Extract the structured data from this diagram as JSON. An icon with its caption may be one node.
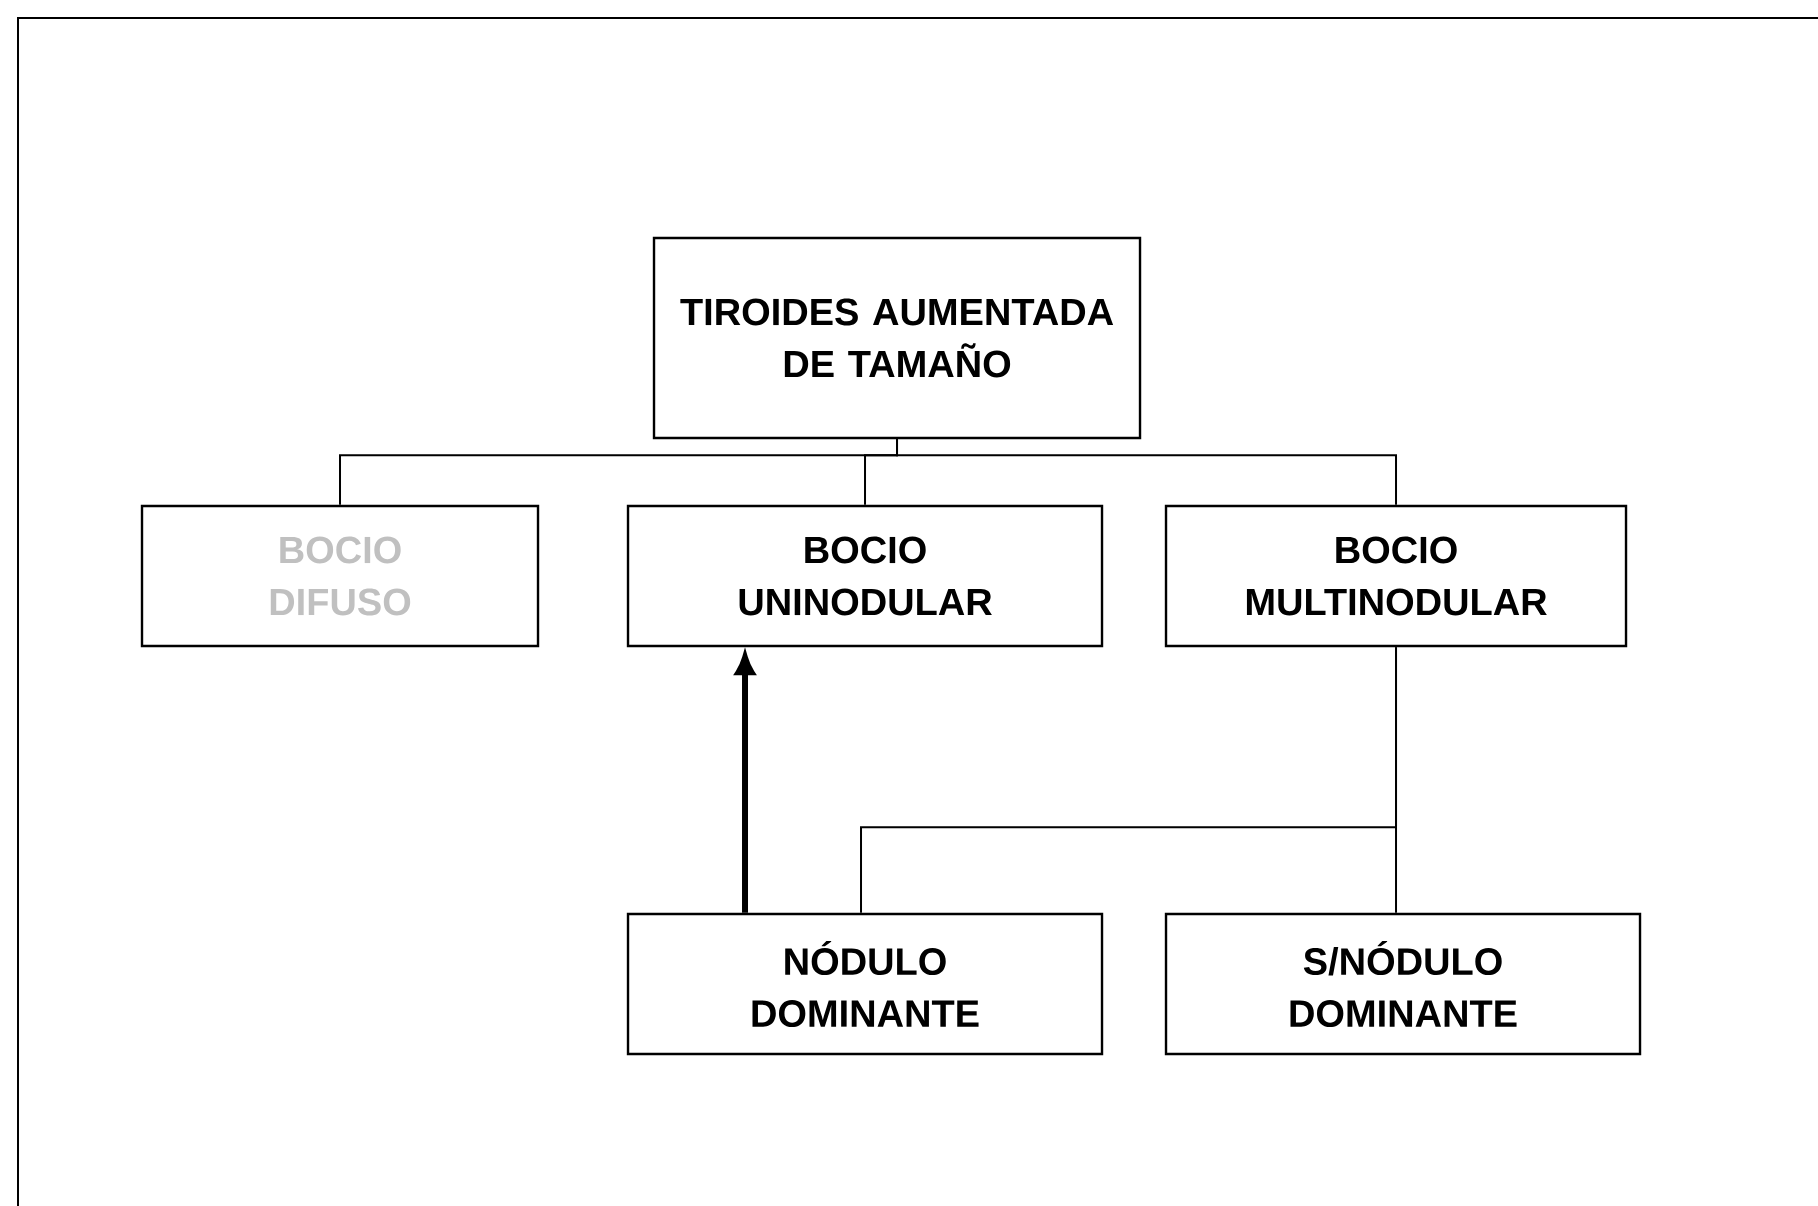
{
  "diagram": {
    "nodes": [
      {
        "text": [
          "TIROIDES AUMENTADA DE TAMAÑO"
        ]
      },
      {
        "text": [
          "BOCIO DIFUSO"
        ]
      },
      {
        "text": [
          "BOCIO UNINODULAR"
        ]
      },
      {
        "text": [
          "BOCIO MULTINODULAR"
        ]
      },
      {
        "text": [
          "NÓDULO DOMINANTE"
        ]
      },
      {
        "text": [
          "S/NÓDULO DOMINANTE"
        ]
      }
    ],
    "edges": [
      {
        "from": 0,
        "to": 1,
        "arrow": "none"
      },
      {
        "from": 0,
        "to": 2,
        "arrow": "none"
      },
      {
        "from": 0,
        "to": 3,
        "arrow": "none"
      },
      {
        "from": 3,
        "to": 4,
        "arrow": "none"
      },
      {
        "from": 3,
        "to": 5,
        "arrow": "none"
      },
      {
        "from": 4,
        "to": 2,
        "arrow": "to",
        "style": "thick"
      }
    ]
  }
}
